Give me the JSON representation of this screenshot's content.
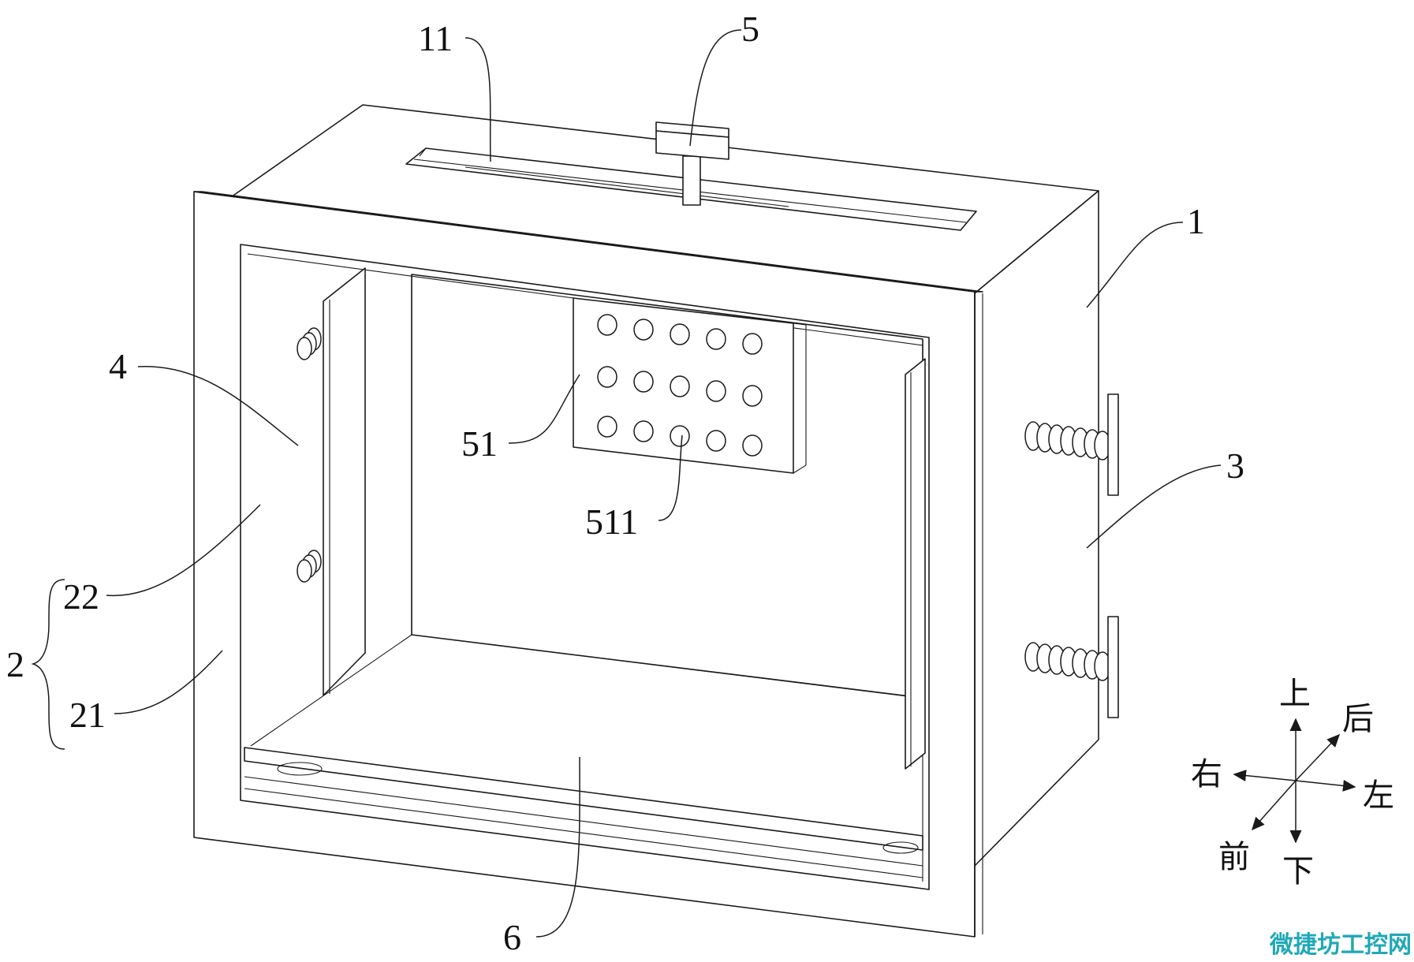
{
  "labels": {
    "l11": "11",
    "l5": "5",
    "l1": "1",
    "l4": "4",
    "l51": "51",
    "l511": "511",
    "l3": "3",
    "l22": "22",
    "l2": "2",
    "l21": "21",
    "l6": "6"
  },
  "directions": {
    "up": "上",
    "down": "下",
    "left": "左",
    "right": "右",
    "front": "前",
    "back": "后"
  },
  "watermark": {
    "text": "微捷坊工控网",
    "color": "#1fa8b8"
  },
  "colors": {
    "line": "#1a1a1a",
    "background": "#ffffff"
  }
}
